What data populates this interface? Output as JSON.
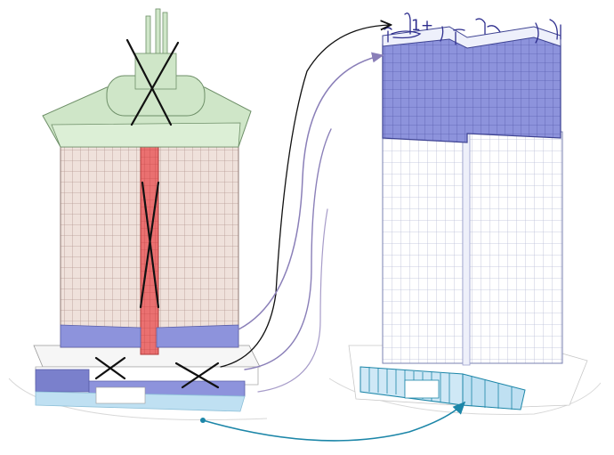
{
  "handwritten_annotation": "1+",
  "palette": {
    "green_roof": "#cfe6c8",
    "tower_pink": "#ecdcd6",
    "core_red": "#e86a6a",
    "band_purple": "#8c8ed0",
    "crown_blue": "#8d93dc",
    "podium_blue": "#bfe0f2",
    "teal_arrow": "#1c86a8",
    "purple_arrow": "#8a7fb8",
    "black_marks": "#111111"
  },
  "icons": {
    "existing_tower": "building-axonometric",
    "new_tower": "building-axonometric",
    "removal_marks": "x-cross"
  }
}
